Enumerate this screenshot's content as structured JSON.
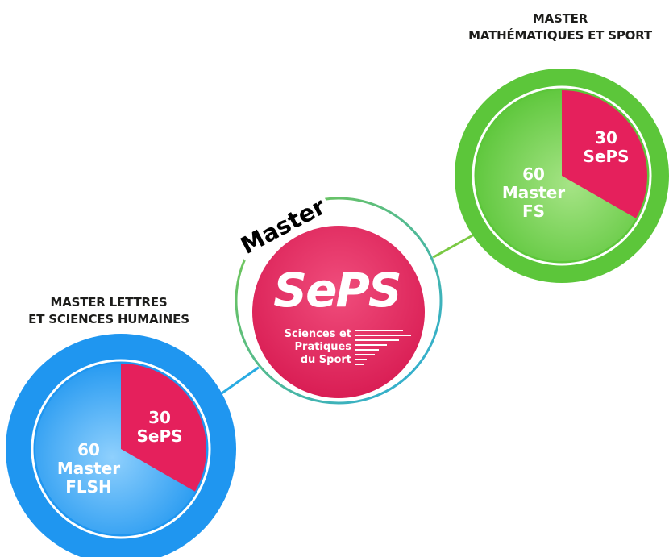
{
  "center": {
    "badge": "Master",
    "logo": "SePS",
    "subtitle": [
      "Sciences et",
      "Pratiques",
      "du Sport"
    ],
    "colors": {
      "pink": "#e5205c",
      "pink_light": "#f25c86",
      "ring_green": "#7ac943",
      "ring_blue": "#29abe2"
    }
  },
  "programs": [
    {
      "id": "math",
      "heading": [
        "MASTER",
        "MATHÉMATIQUES ET SPORT"
      ],
      "color": "#5cc63a",
      "color_light": "#9ae07a",
      "partner_label": [
        "60",
        "Master",
        "FS"
      ],
      "seps_label": [
        "30",
        "SePS"
      ],
      "seps_fraction": 0.333
    },
    {
      "id": "lettres",
      "heading": [
        "MASTER LETTRES",
        "ET SCIENCES HUMAINES"
      ],
      "color": "#1f96f0",
      "color_light": "#7cc6fb",
      "partner_label": [
        "60",
        "Master",
        "FLSH"
      ],
      "seps_label": [
        "30",
        "SePS"
      ],
      "seps_fraction": 0.333
    }
  ]
}
